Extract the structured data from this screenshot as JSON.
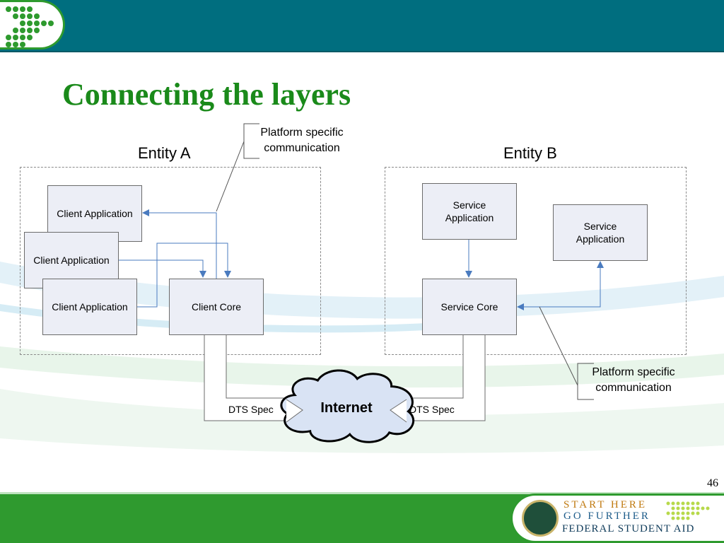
{
  "slide": {
    "title": "Connecting the layers",
    "number": "46"
  },
  "entity_a": {
    "label": "Entity A",
    "clients": [
      "Client Application",
      "Client Application",
      "Client Application"
    ],
    "core": "Client Core",
    "dts": "DTS Spec"
  },
  "entity_b": {
    "label": "Entity B",
    "services": [
      "Service Application",
      "Service Application"
    ],
    "core": "Service Core",
    "dts": "DTS Spec"
  },
  "callouts": [
    "Platform specific communication",
    "Platform specific communication"
  ],
  "network": {
    "label": "Internet"
  },
  "footer": {
    "line1": "START HERE",
    "line2": "GO FURTHER",
    "line3": "FEDERAL STUDENT AID"
  },
  "colors": {
    "header": "#006e7f",
    "footer": "#2f9a2f",
    "title": "#1a8a1a",
    "arrow": "#4a7bbf",
    "box_fill": "#eceef6"
  }
}
